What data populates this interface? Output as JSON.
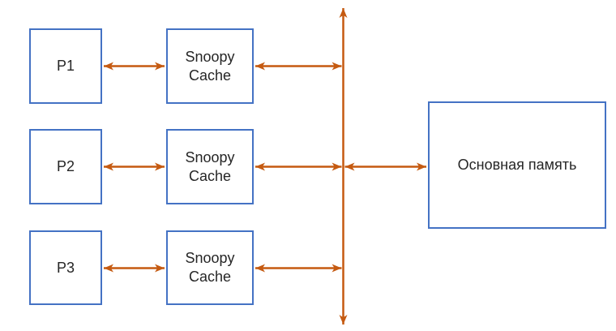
{
  "diagram": {
    "colors": {
      "box_border": "#4472C4",
      "arrow": "#C55A11",
      "text": "#262626",
      "background": "#FFFFFF"
    },
    "rows": [
      {
        "processor": "P1",
        "cache_lines": [
          "Snoopy",
          "Cache"
        ]
      },
      {
        "processor": "P2",
        "cache_lines": [
          "Snoopy",
          "Cache"
        ]
      },
      {
        "processor": "P3",
        "cache_lines": [
          "Snoopy",
          "Cache"
        ]
      }
    ],
    "memory": {
      "label": "Основная память"
    },
    "bus": {
      "name": "shared-system-bus"
    }
  }
}
